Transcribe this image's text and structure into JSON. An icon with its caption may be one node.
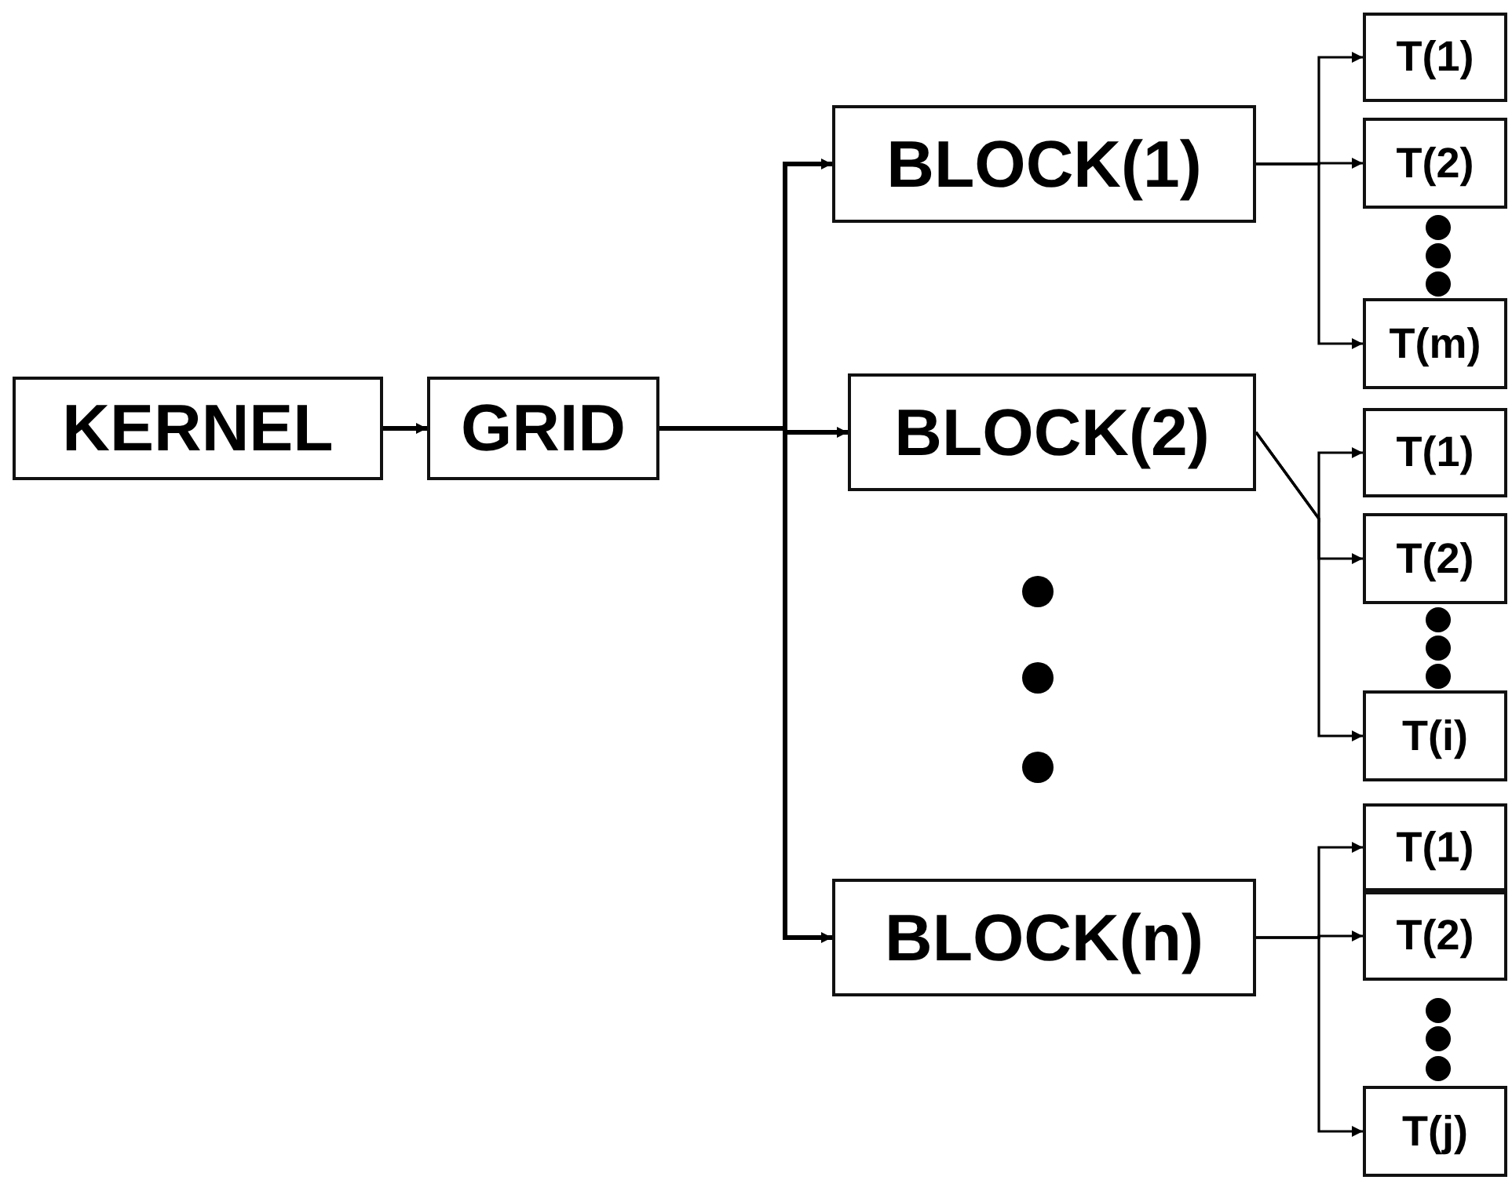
{
  "diagram": {
    "nodes": [
      {
        "text": [
          "KERNEL"
        ]
      },
      {
        "text": [
          "GRID"
        ]
      },
      {
        "text": [
          "BLOCK(1)"
        ]
      },
      {
        "text": [
          "BLOCK(2)"
        ]
      },
      {
        "text": [
          "BLOCK(n)"
        ]
      },
      {
        "text": [
          "T(1)"
        ]
      },
      {
        "text": [
          "T(2)"
        ]
      },
      {
        "text": [
          "T(m)"
        ]
      },
      {
        "text": [
          "T(1)"
        ]
      },
      {
        "text": [
          "T(2)"
        ]
      },
      {
        "text": [
          "T(i)"
        ]
      },
      {
        "text": [
          "T(1)"
        ]
      },
      {
        "text": [
          "T(2)"
        ]
      },
      {
        "text": [
          "T(j)"
        ]
      }
    ],
    "edges": [
      {
        "from": 0,
        "to": 1,
        "arrow": "to"
      },
      {
        "from": 1,
        "to": 2,
        "arrow": "to"
      },
      {
        "from": 1,
        "to": 3,
        "arrow": "to"
      },
      {
        "from": 1,
        "to": 4,
        "arrow": "to"
      },
      {
        "from": 2,
        "to": 5,
        "arrow": "to"
      },
      {
        "from": 2,
        "to": 6,
        "arrow": "to"
      },
      {
        "from": 2,
        "to": 7,
        "arrow": "to"
      },
      {
        "from": 3,
        "to": 8,
        "arrow": "to"
      },
      {
        "from": 3,
        "to": 9,
        "arrow": "to"
      },
      {
        "from": 3,
        "to": 10,
        "arrow": "to"
      },
      {
        "from": 4,
        "to": 11,
        "arrow": "to"
      },
      {
        "from": 4,
        "to": 12,
        "arrow": "to"
      },
      {
        "from": 4,
        "to": 13,
        "arrow": "to"
      }
    ]
  }
}
